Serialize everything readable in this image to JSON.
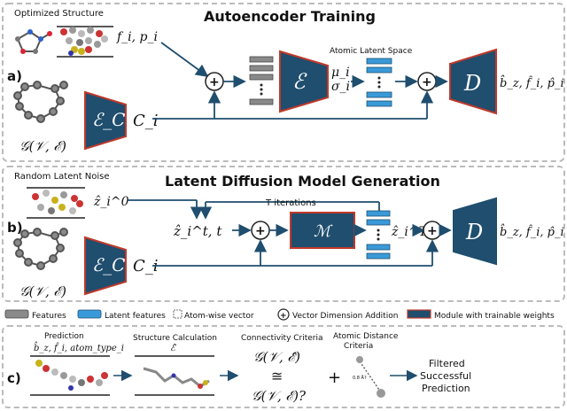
{
  "panel_a": {
    "label": "a)",
    "title": "Autoencoder Training",
    "optimized_structure": "Optimized Structure",
    "features_input": "f_i, p_i",
    "atomic_latent_space": "Atomic Latent Space",
    "encoder_symbol": "ℰ",
    "encoder_c_symbol": "ℰ_C",
    "latent_mu": "μ_i",
    "latent_sigma": "σ_i",
    "c_i": "C_i",
    "graph_label": "𝒢(𝒱, ℰ)",
    "decoder_symbol": "D",
    "output": "b̂_z, f̂_i, p̂_i"
  },
  "panel_b": {
    "label": "b)",
    "title": "Latent Diffusion Model Generation",
    "random_noise": "Random Latent Noise",
    "z0": "ẑ_i^0",
    "zt_t": "ẑ_i^t, t",
    "t_iterations": "T iterations",
    "model_symbol": "ℳ",
    "zT": "ẑ_i^T",
    "encoder_c_symbol": "ℰ_C",
    "c_i": "C_i",
    "graph_label": "𝒢(𝒱, ℰ)",
    "decoder_symbol": "D",
    "output": "b̂_z, f̂_i, p̂_i"
  },
  "legend": {
    "features": "Features",
    "latent_features": "Latent features",
    "atom_wise": "Atom-wise vector",
    "vector_addition": "Vector Dimension Addition",
    "trainable": "Module with trainable weights"
  },
  "panel_c": {
    "label": "c)",
    "prediction": "Prediction",
    "prediction_sub": "b̂_z, f̂_i, atom_type_i",
    "structure_calc": "Structure Calculation",
    "structure_calc_sub": "ℰ̂",
    "connectivity": "Connectivity Criteria",
    "conn_line1": "𝒢(𝒱, ℰ̂)",
    "conn_line2": "≅",
    "conn_line3": "𝒢(𝒱, ℰ)?",
    "plus": "+",
    "atomic_distance": "Atomic Distance",
    "criteria": "Criteria",
    "distance_value": "0.8 Å?",
    "filtered": "Filtered",
    "successful": "Successful",
    "prediction_out": "Prediction"
  },
  "colors": {
    "module_fill": "#1f4e6e",
    "module_border": "#c0392b",
    "feature_gray": "#8a8a8a",
    "latent_blue": "#3a9ad9",
    "panel_border": "#bbbbbb"
  }
}
